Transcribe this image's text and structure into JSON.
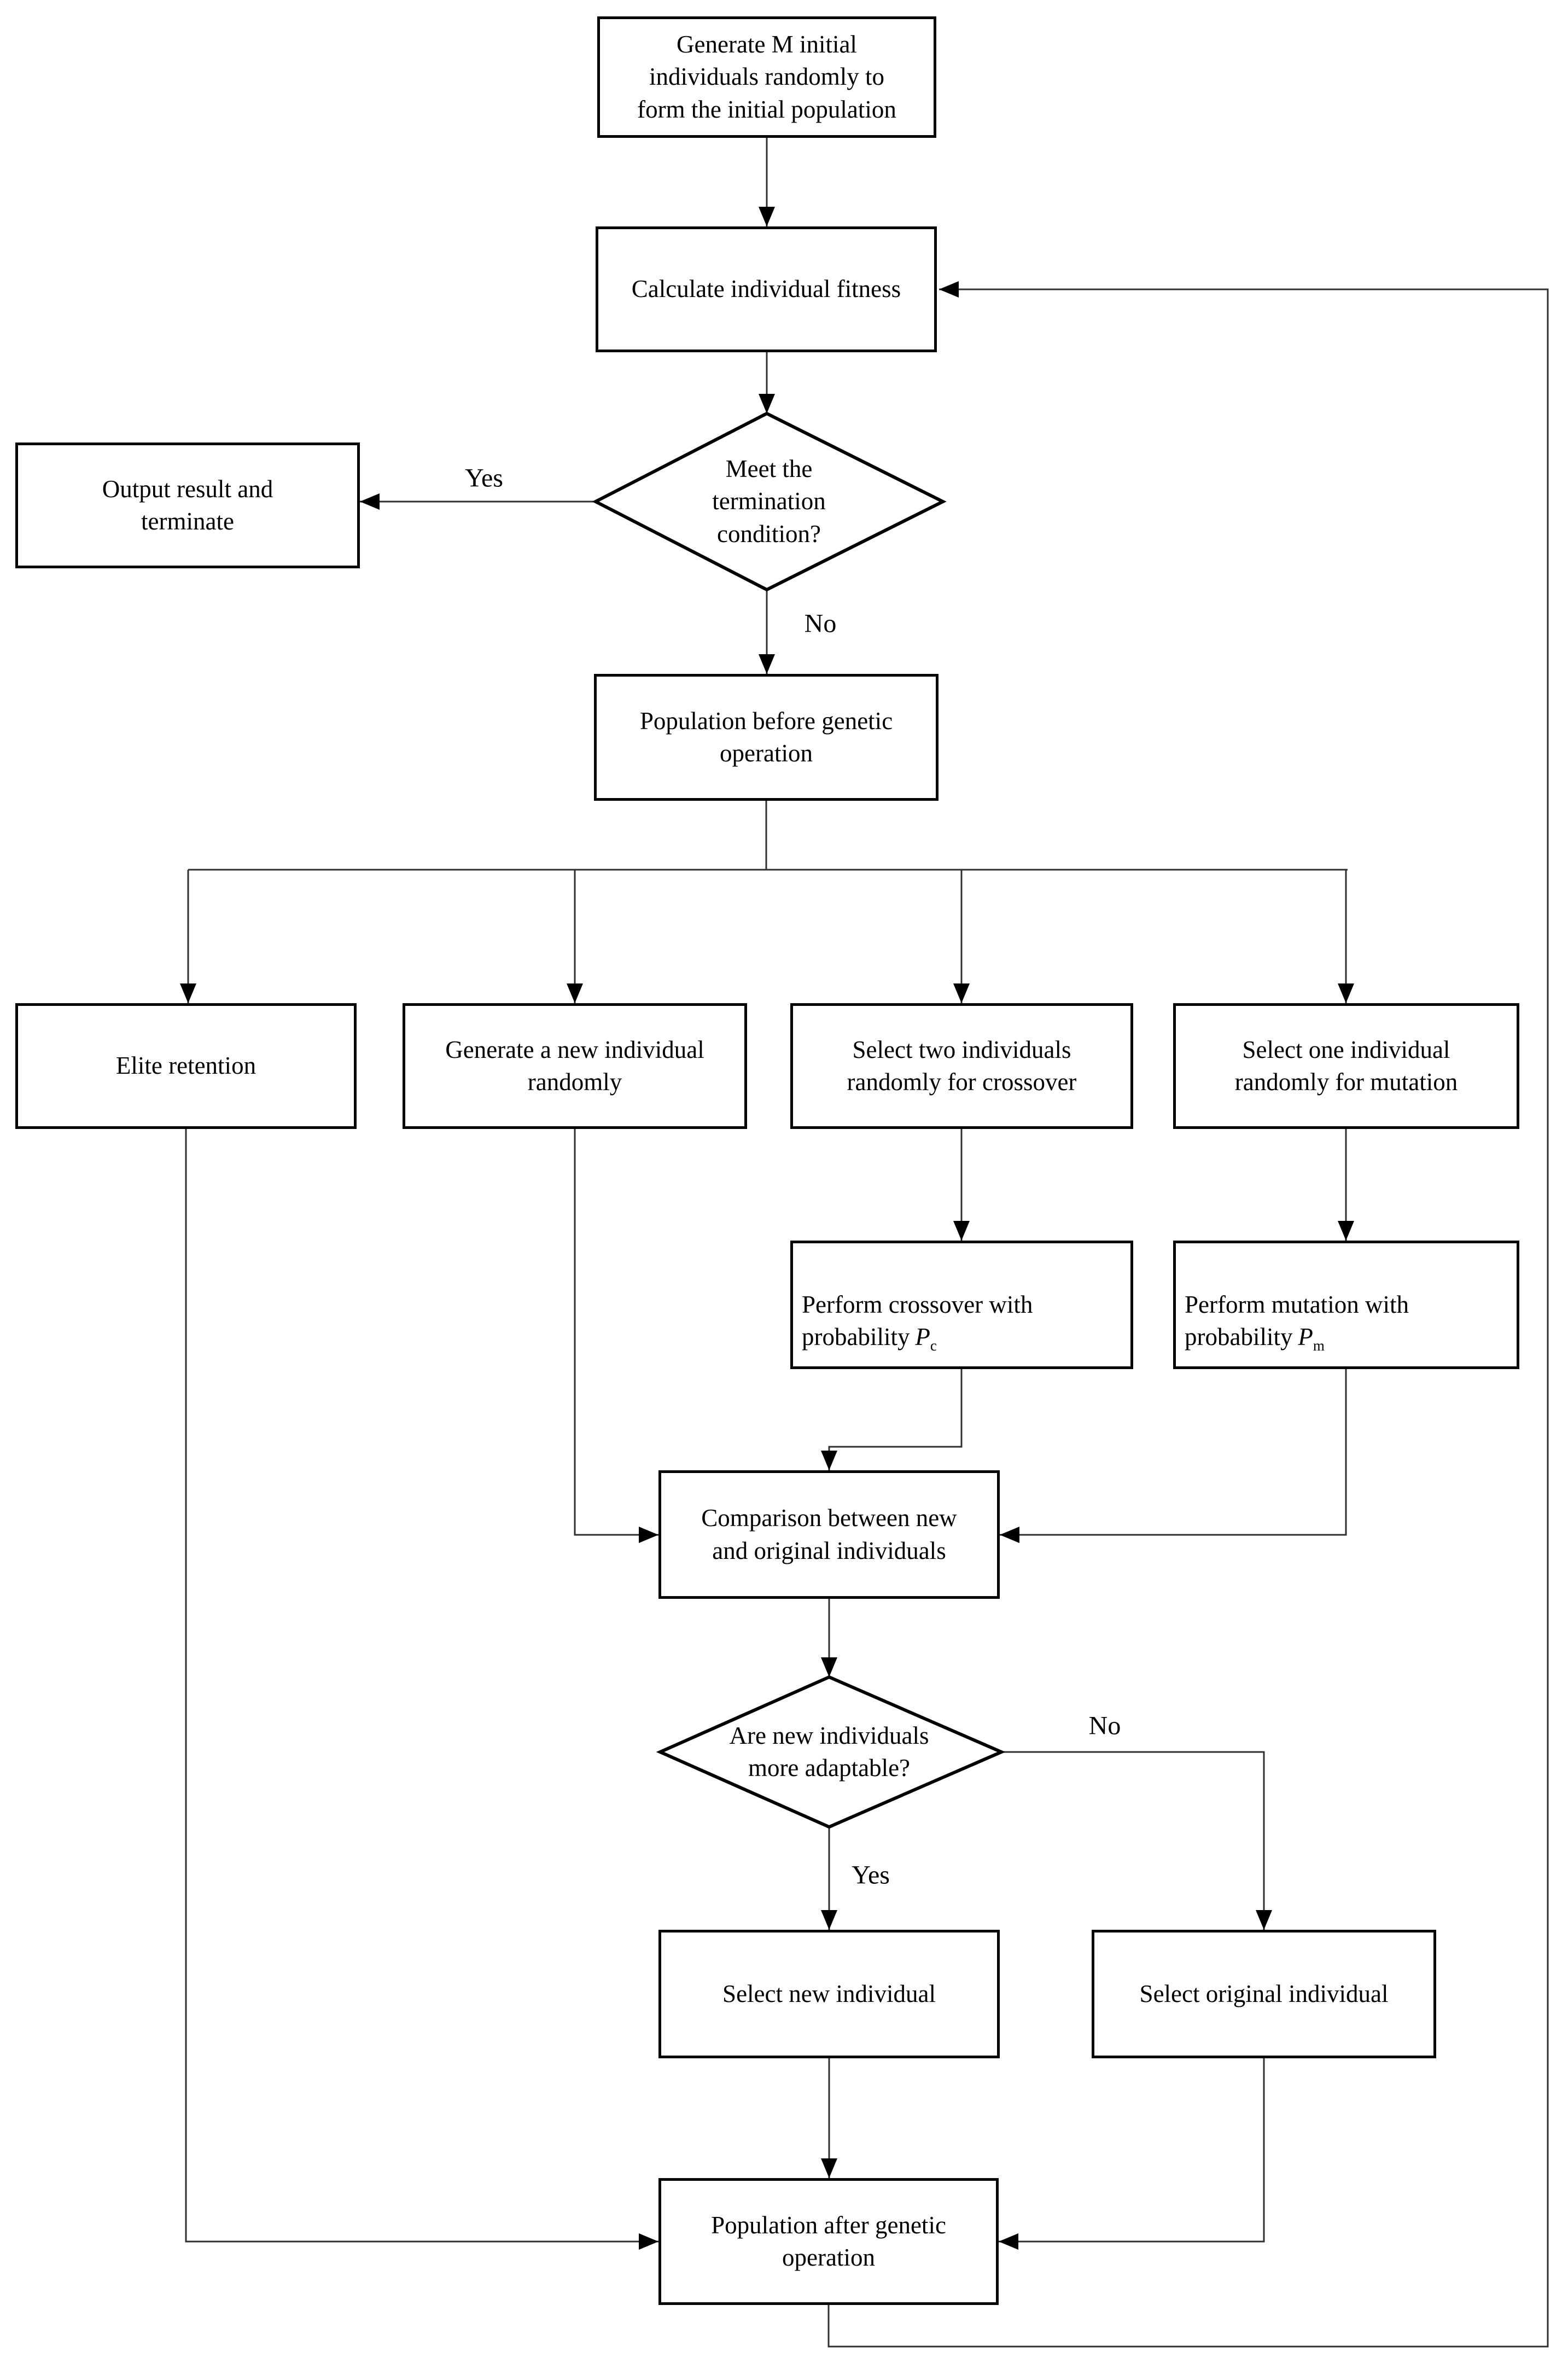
{
  "nodes": {
    "generate_initial": {
      "label": "Generate M initial\nindividuals randomly to\nform the initial population"
    },
    "calculate_fitness": {
      "label": "Calculate individual fitness"
    },
    "termination_decision": {
      "label": "Meet the\ntermination\ncondition?"
    },
    "output_terminate": {
      "label": "Output result and\nterminate"
    },
    "population_before": {
      "label": "Population before genetic\noperation"
    },
    "elite_retention": {
      "label": "Elite retention"
    },
    "generate_new": {
      "label": "Generate a new individual\nrandomly"
    },
    "select_two": {
      "label": "Select two individuals\nrandomly for crossover"
    },
    "select_one": {
      "label": "Select one individual\nrandomly for mutation"
    },
    "perform_crossover": {
      "text": "Perform crossover with\nprobability",
      "var": "P",
      "sub": "c"
    },
    "perform_mutation": {
      "text": "Perform mutation with\nprobability",
      "var": "P",
      "sub": "m"
    },
    "comparison": {
      "label": "Comparison between new\nand original individuals"
    },
    "adaptable_decision": {
      "label": "Are new individuals\nmore adaptable?"
    },
    "select_new": {
      "label": "Select new individual"
    },
    "select_original": {
      "label": "Select original individual"
    },
    "population_after": {
      "label": "Population after genetic\noperation"
    }
  },
  "edge_labels": {
    "termination_yes": "Yes",
    "termination_no": "No",
    "adaptable_no": "No",
    "adaptable_yes": "Yes"
  },
  "colors": {
    "ink": "#000000",
    "line": "#303030",
    "background": "#ffffff"
  }
}
